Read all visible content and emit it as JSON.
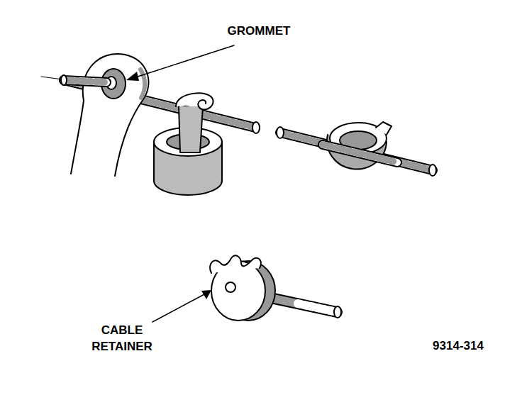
{
  "diagram": {
    "labels": [
      "GROMMET",
      "CABLE RETAINER",
      "9314-314"
    ]
  }
}
